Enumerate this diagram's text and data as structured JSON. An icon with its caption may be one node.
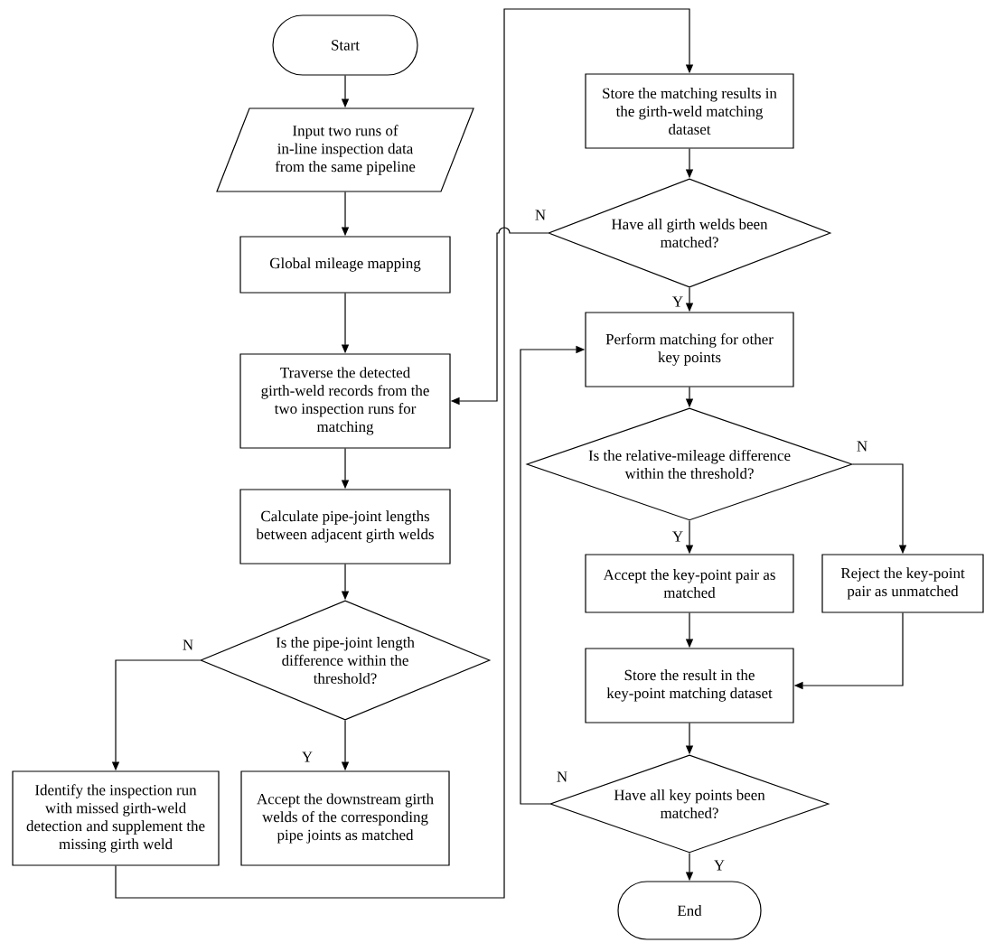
{
  "diagram": {
    "nodes": [
      {
        "text": [
          "Start"
        ]
      },
      {
        "text": [
          "Input two runs of in-line inspection data from the same pipeline"
        ]
      },
      {
        "text": [
          "Global mileage mapping"
        ]
      },
      {
        "text": [
          "Traverse the detected girth-weld records from the two inspection runs for matching"
        ]
      },
      {
        "text": [
          "Calculate pipe-joint lengths between adjacent girth welds"
        ]
      },
      {
        "text": [
          "Is the pipe-joint length difference within the threshold?"
        ]
      },
      {
        "text": [
          "Identify the inspection run with missed girth-weld detection and supplement the missing girth weld"
        ]
      },
      {
        "text": [
          "Accept the downstream girth welds of the corresponding pipe joints as matched"
        ]
      },
      {
        "text": [
          "Store the matching results in the girth-weld matching dataset"
        ]
      },
      {
        "text": [
          "Have all girth welds been matched?"
        ]
      },
      {
        "text": [
          "Perform matching for other key points"
        ]
      },
      {
        "text": [
          "Is the relative-mileage difference within the threshold?"
        ]
      },
      {
        "text": [
          "Accept the key-point pair as matched"
        ]
      },
      {
        "text": [
          "Reject the key-point pair as unmatched"
        ]
      },
      {
        "text": [
          "Store the result in the key-point matching dataset"
        ]
      },
      {
        "text": [
          "Have all key points been matched?"
        ]
      },
      {
        "text": [
          "End"
        ]
      }
    ],
    "edges": [
      {
        "from": 0,
        "to": 1,
        "arrow": "to"
      },
      {
        "from": 1,
        "to": 2,
        "arrow": "to"
      },
      {
        "from": 2,
        "to": 3,
        "arrow": "to"
      },
      {
        "from": 3,
        "to": 4,
        "arrow": "to"
      },
      {
        "from": 4,
        "to": 5,
        "arrow": "to"
      },
      {
        "from": 5,
        "to": 6,
        "arrow": "to",
        "label": "N"
      },
      {
        "from": 5,
        "to": 7,
        "arrow": "to",
        "label": "Y"
      },
      {
        "from": 6,
        "to": 8,
        "arrow": "to"
      },
      {
        "from": 9,
        "to": 3,
        "arrow": "to",
        "label": "N"
      },
      {
        "from": 8,
        "to": 9,
        "arrow": "to"
      },
      {
        "from": 9,
        "to": 10,
        "arrow": "to",
        "label": "Y"
      },
      {
        "from": 10,
        "to": 11,
        "arrow": "to"
      },
      {
        "from": 11,
        "to": 12,
        "arrow": "to",
        "label": "Y"
      },
      {
        "from": 11,
        "to": 13,
        "arrow": "to",
        "label": "N"
      },
      {
        "from": 12,
        "to": 14,
        "arrow": "to"
      },
      {
        "from": 13,
        "to": 14,
        "arrow": "to"
      },
      {
        "from": 14,
        "to": 15,
        "arrow": "to"
      },
      {
        "from": 15,
        "to": 10,
        "arrow": "to",
        "label": "N"
      },
      {
        "from": 15,
        "to": 16,
        "arrow": "to",
        "label": "Y"
      }
    ]
  }
}
